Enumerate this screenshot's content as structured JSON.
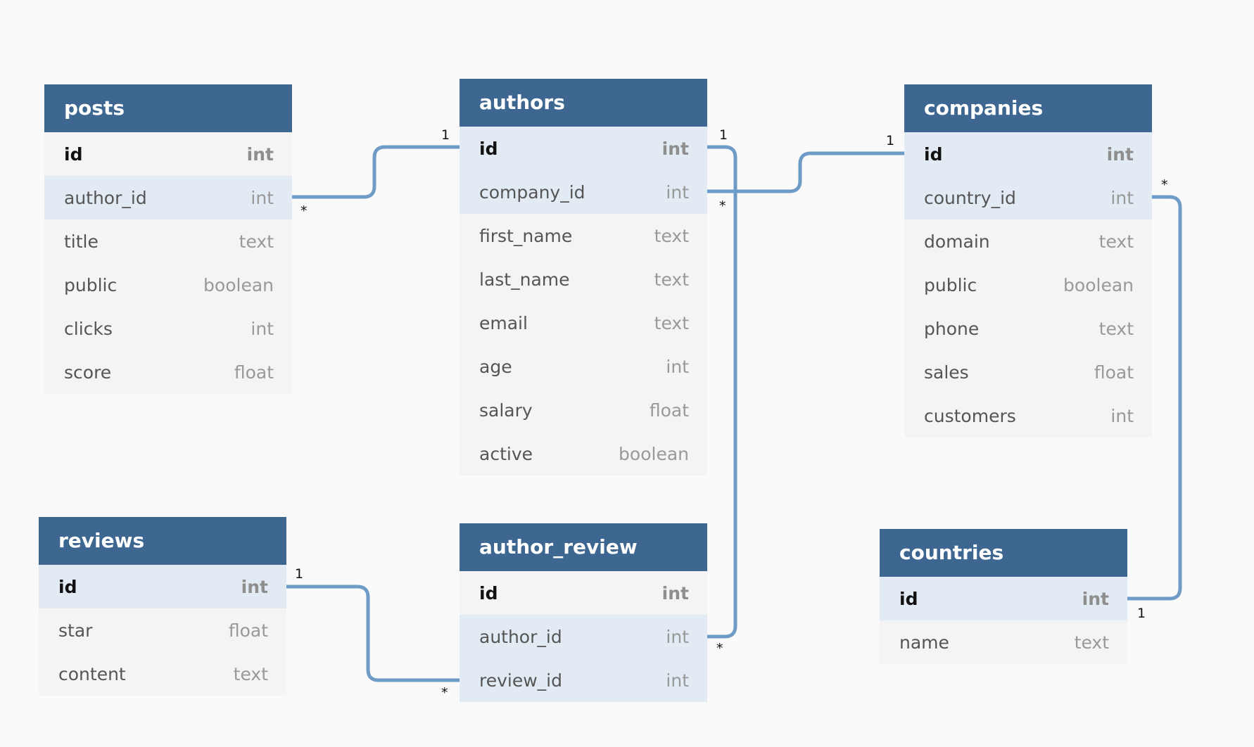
{
  "tables": [
    {
      "key": "posts",
      "name": "posts",
      "columns": [
        {
          "name": "id",
          "type": "int",
          "pk": true
        },
        {
          "name": "author_id",
          "type": "int",
          "hl": true
        },
        {
          "name": "title",
          "type": "text"
        },
        {
          "name": "public",
          "type": "boolean"
        },
        {
          "name": "clicks",
          "type": "int"
        },
        {
          "name": "score",
          "type": "float"
        }
      ]
    },
    {
      "key": "authors",
      "name": "authors",
      "columns": [
        {
          "name": "id",
          "type": "int",
          "pk": true,
          "hl": true
        },
        {
          "name": "company_id",
          "type": "int",
          "hl": true
        },
        {
          "name": "first_name",
          "type": "text"
        },
        {
          "name": "last_name",
          "type": "text"
        },
        {
          "name": "email",
          "type": "text"
        },
        {
          "name": "age",
          "type": "int"
        },
        {
          "name": "salary",
          "type": "float"
        },
        {
          "name": "active",
          "type": "boolean"
        }
      ]
    },
    {
      "key": "companies",
      "name": "companies",
      "columns": [
        {
          "name": "id",
          "type": "int",
          "pk": true,
          "hl": true
        },
        {
          "name": "country_id",
          "type": "int",
          "hl": true
        },
        {
          "name": "domain",
          "type": "text"
        },
        {
          "name": "public",
          "type": "boolean"
        },
        {
          "name": "phone",
          "type": "text"
        },
        {
          "name": "sales",
          "type": "float"
        },
        {
          "name": "customers",
          "type": "int"
        }
      ]
    },
    {
      "key": "reviews",
      "name": "reviews",
      "columns": [
        {
          "name": "id",
          "type": "int",
          "pk": true,
          "hl": true
        },
        {
          "name": "star",
          "type": "float"
        },
        {
          "name": "content",
          "type": "text"
        }
      ]
    },
    {
      "key": "author_review",
      "name": "author_review",
      "columns": [
        {
          "name": "id",
          "type": "int",
          "pk": true
        },
        {
          "name": "author_id",
          "type": "int",
          "hl": true
        },
        {
          "name": "review_id",
          "type": "int",
          "hl": true
        }
      ]
    },
    {
      "key": "countries",
      "name": "countries",
      "columns": [
        {
          "name": "id",
          "type": "int",
          "pk": true,
          "hl": true
        },
        {
          "name": "name",
          "type": "text"
        }
      ]
    }
  ],
  "relations": [
    {
      "from": "posts.author_id",
      "to": "authors.id",
      "from_card": "*",
      "to_card": "1"
    },
    {
      "from": "authors.company_id",
      "to": "companies.id",
      "from_card": "*",
      "to_card": "1"
    },
    {
      "from": "author_review.author_id",
      "to": "authors.id",
      "from_card": "*",
      "to_card": "1"
    },
    {
      "from": "author_review.review_id",
      "to": "reviews.id",
      "from_card": "*",
      "to_card": "1"
    },
    {
      "from": "companies.country_id",
      "to": "countries.id",
      "from_card": "*",
      "to_card": "1"
    }
  ],
  "colors": {
    "header": "#3d6790",
    "line": "#6f9bc7",
    "row": "#f4f4f4",
    "row_highlight": "#e2ebf3"
  }
}
